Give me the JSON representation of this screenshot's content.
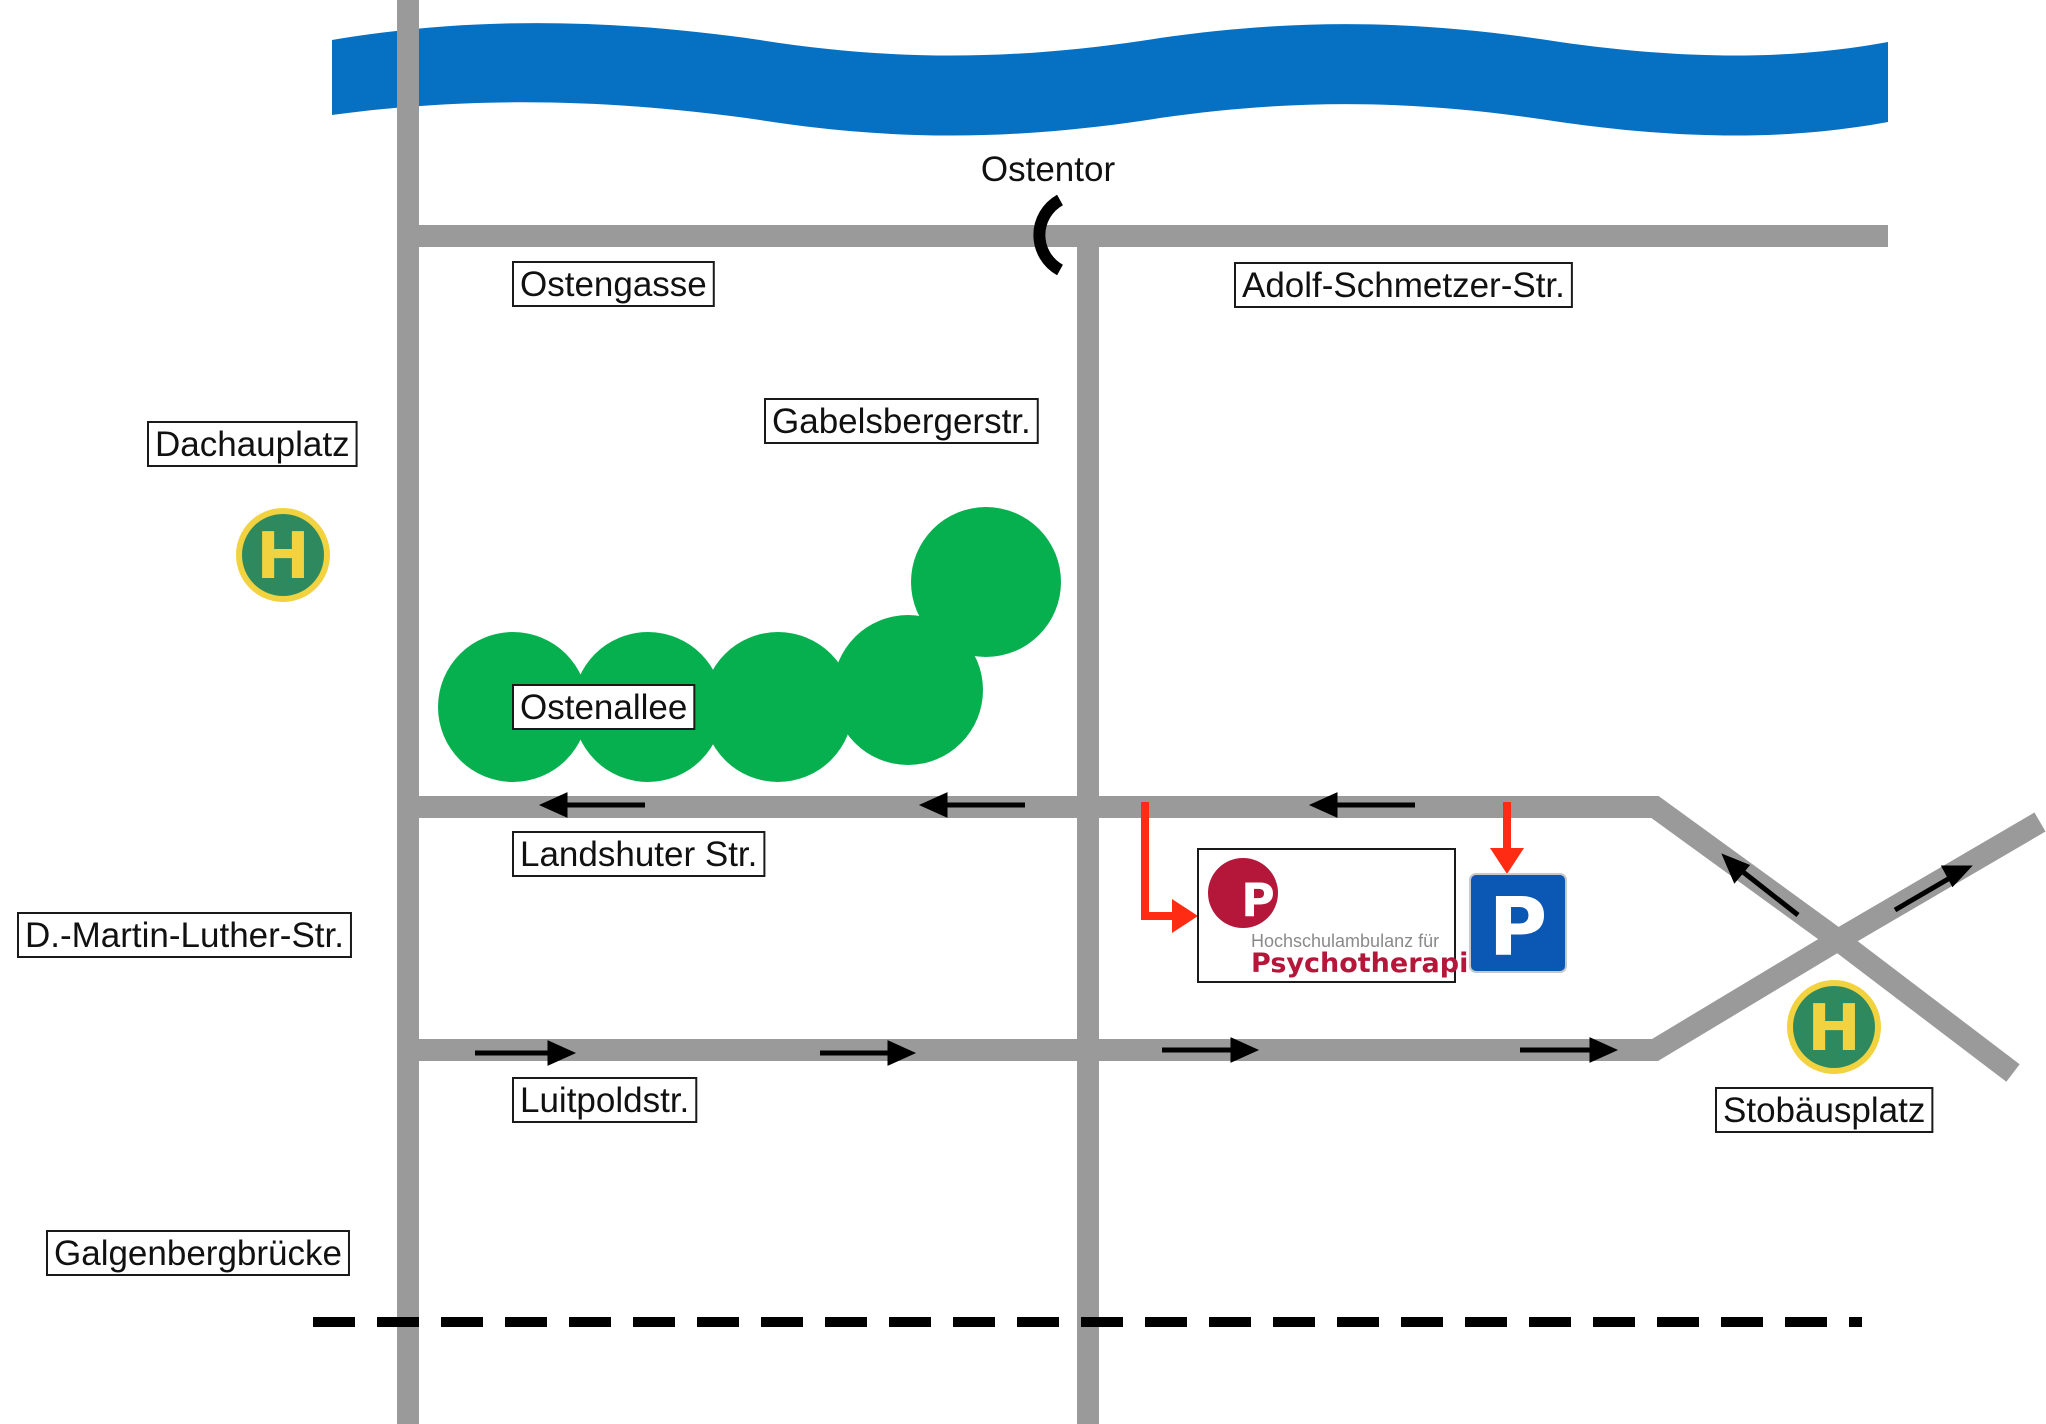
{
  "colors": {
    "river": "#0670c3",
    "road": "#9a9a9a",
    "park": "#06b04f",
    "route_arrow": "#ff2b12",
    "stop_outer": "#f2d23e",
    "stop_inner": "#2e8a5e",
    "parking": "#0a58b4",
    "logo_red": "#b5173a"
  },
  "landmarks": {
    "ostentor": "Ostentor"
  },
  "streets": {
    "ostengasse": "Ostengasse",
    "adolf_schmetzer": "Adolf-Schmetzer-Str.",
    "gabelsberger": "Gabelsbergerstr.",
    "ostenallee": "Ostenallee",
    "landshuter": "Landshuter Str.",
    "martin_luther": "D.-Martin-Luther-Str.",
    "luitpold": "Luitpoldstr.",
    "galgenberg": "Galgenbergbrücke"
  },
  "stops": {
    "dachauplatz": "Dachauplatz",
    "stobaeusplatz": "Stobäusplatz",
    "symbol": "H"
  },
  "clinic": {
    "logo_letter": "P",
    "line1": "Hochschulambulanz für",
    "line2": "Psychotherapie"
  },
  "parking": {
    "symbol": "P"
  },
  "icons": {
    "stop": "bus-stop-icon",
    "parking": "parking-icon",
    "gate": "gate-icon",
    "logo": "clinic-logo-icon",
    "one_way": "arrow-icon"
  }
}
